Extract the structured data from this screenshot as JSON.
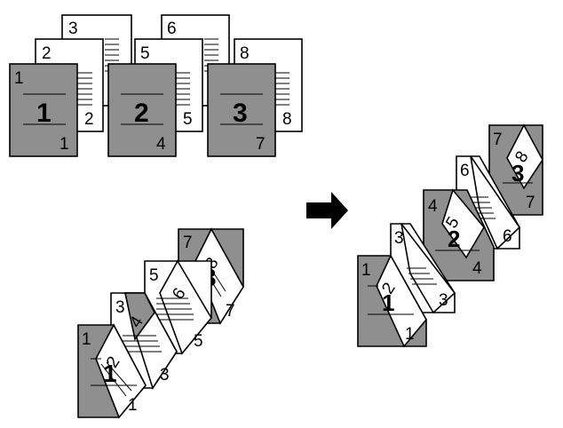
{
  "colors": {
    "gray": "#8f8f8f",
    "white": "#ffffff",
    "line": "#000000"
  },
  "top_sets": [
    {
      "cover": "1",
      "cover_big": "1",
      "cover_bottom": "1",
      "p2": "2",
      "p2_inner": "2",
      "p3": "3",
      "p3_inner": "3"
    },
    {
      "cover": "",
      "cover_big": "2",
      "cover_bottom": "4",
      "p2": "5",
      "p2_inner": "5",
      "p3": "6",
      "p3_inner": "6"
    },
    {
      "cover": "",
      "cover_big": "3",
      "cover_bottom": "7",
      "p2": "8",
      "p2_inner": "8",
      "p3": "",
      "p3_inner": ""
    }
  ],
  "bottom_left": {
    "s1": {
      "corner": "1",
      "big": "1",
      "bottom": "1",
      "fold": "2",
      "inner": "3",
      "top": "3",
      "dark": "4"
    },
    "s2": {
      "corner": "5",
      "fold": "6",
      "bottom": "5"
    },
    "s3": {
      "corner": "7",
      "big": "3",
      "fold": "8",
      "bottom": "7"
    }
  },
  "right": {
    "s1": {
      "corner": "1",
      "big": "1",
      "bottom": "1",
      "fold": "2",
      "inner": "3",
      "top": "3"
    },
    "s2": {
      "corner": "4",
      "big": "2",
      "bottom": "4",
      "fold": "5",
      "inner": "6",
      "top": "6"
    },
    "s3": {
      "corner": "7",
      "big": "3",
      "bottom": "7",
      "fold": "8"
    }
  }
}
